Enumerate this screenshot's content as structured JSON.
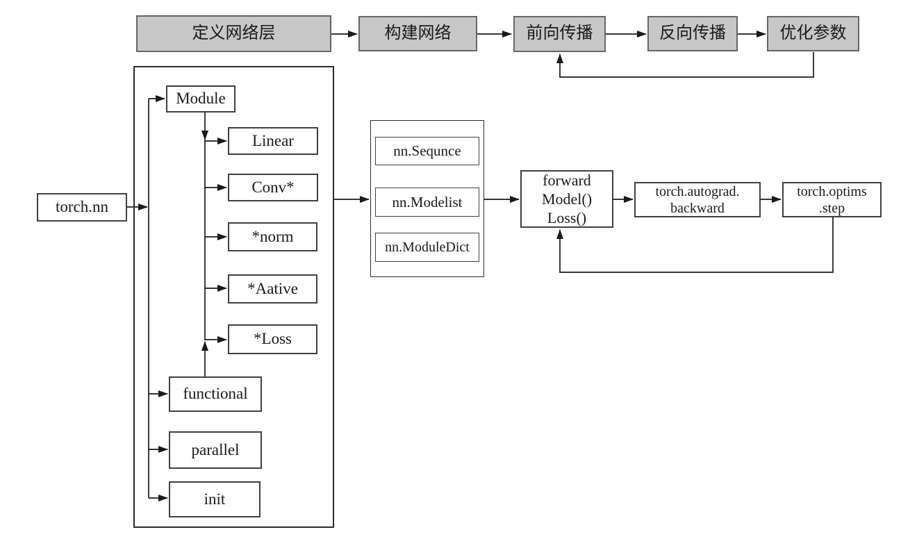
{
  "pipeline": {
    "steps": [
      "定义网络层",
      "构建网络",
      "前向传播",
      "反向传播",
      "优化参数"
    ]
  },
  "nodes": {
    "torch_nn": "torch.nn",
    "module": "Module",
    "linear": "Linear",
    "conv": "Conv*",
    "norm": "*norm",
    "aative": "*Aative",
    "loss": "*Loss",
    "functional": "functional",
    "parallel": "parallel",
    "init": "init",
    "sequnce": "nn.Sequnce",
    "modelist": "nn.Modelist",
    "moduledict": "nn.ModuleDict",
    "forward": [
      "forward",
      "Model()",
      "Loss()"
    ],
    "autograd": [
      "torch.autograd.",
      "backward"
    ],
    "optims": [
      "torch.optims",
      ".step"
    ]
  },
  "colors": {
    "step_fill": "#c7c7c7",
    "step_border": "#666666",
    "box_border": "#3f3f3f",
    "container_border": "#2b2b2b",
    "line": "#1a1a1a",
    "background": "#ffffff"
  }
}
